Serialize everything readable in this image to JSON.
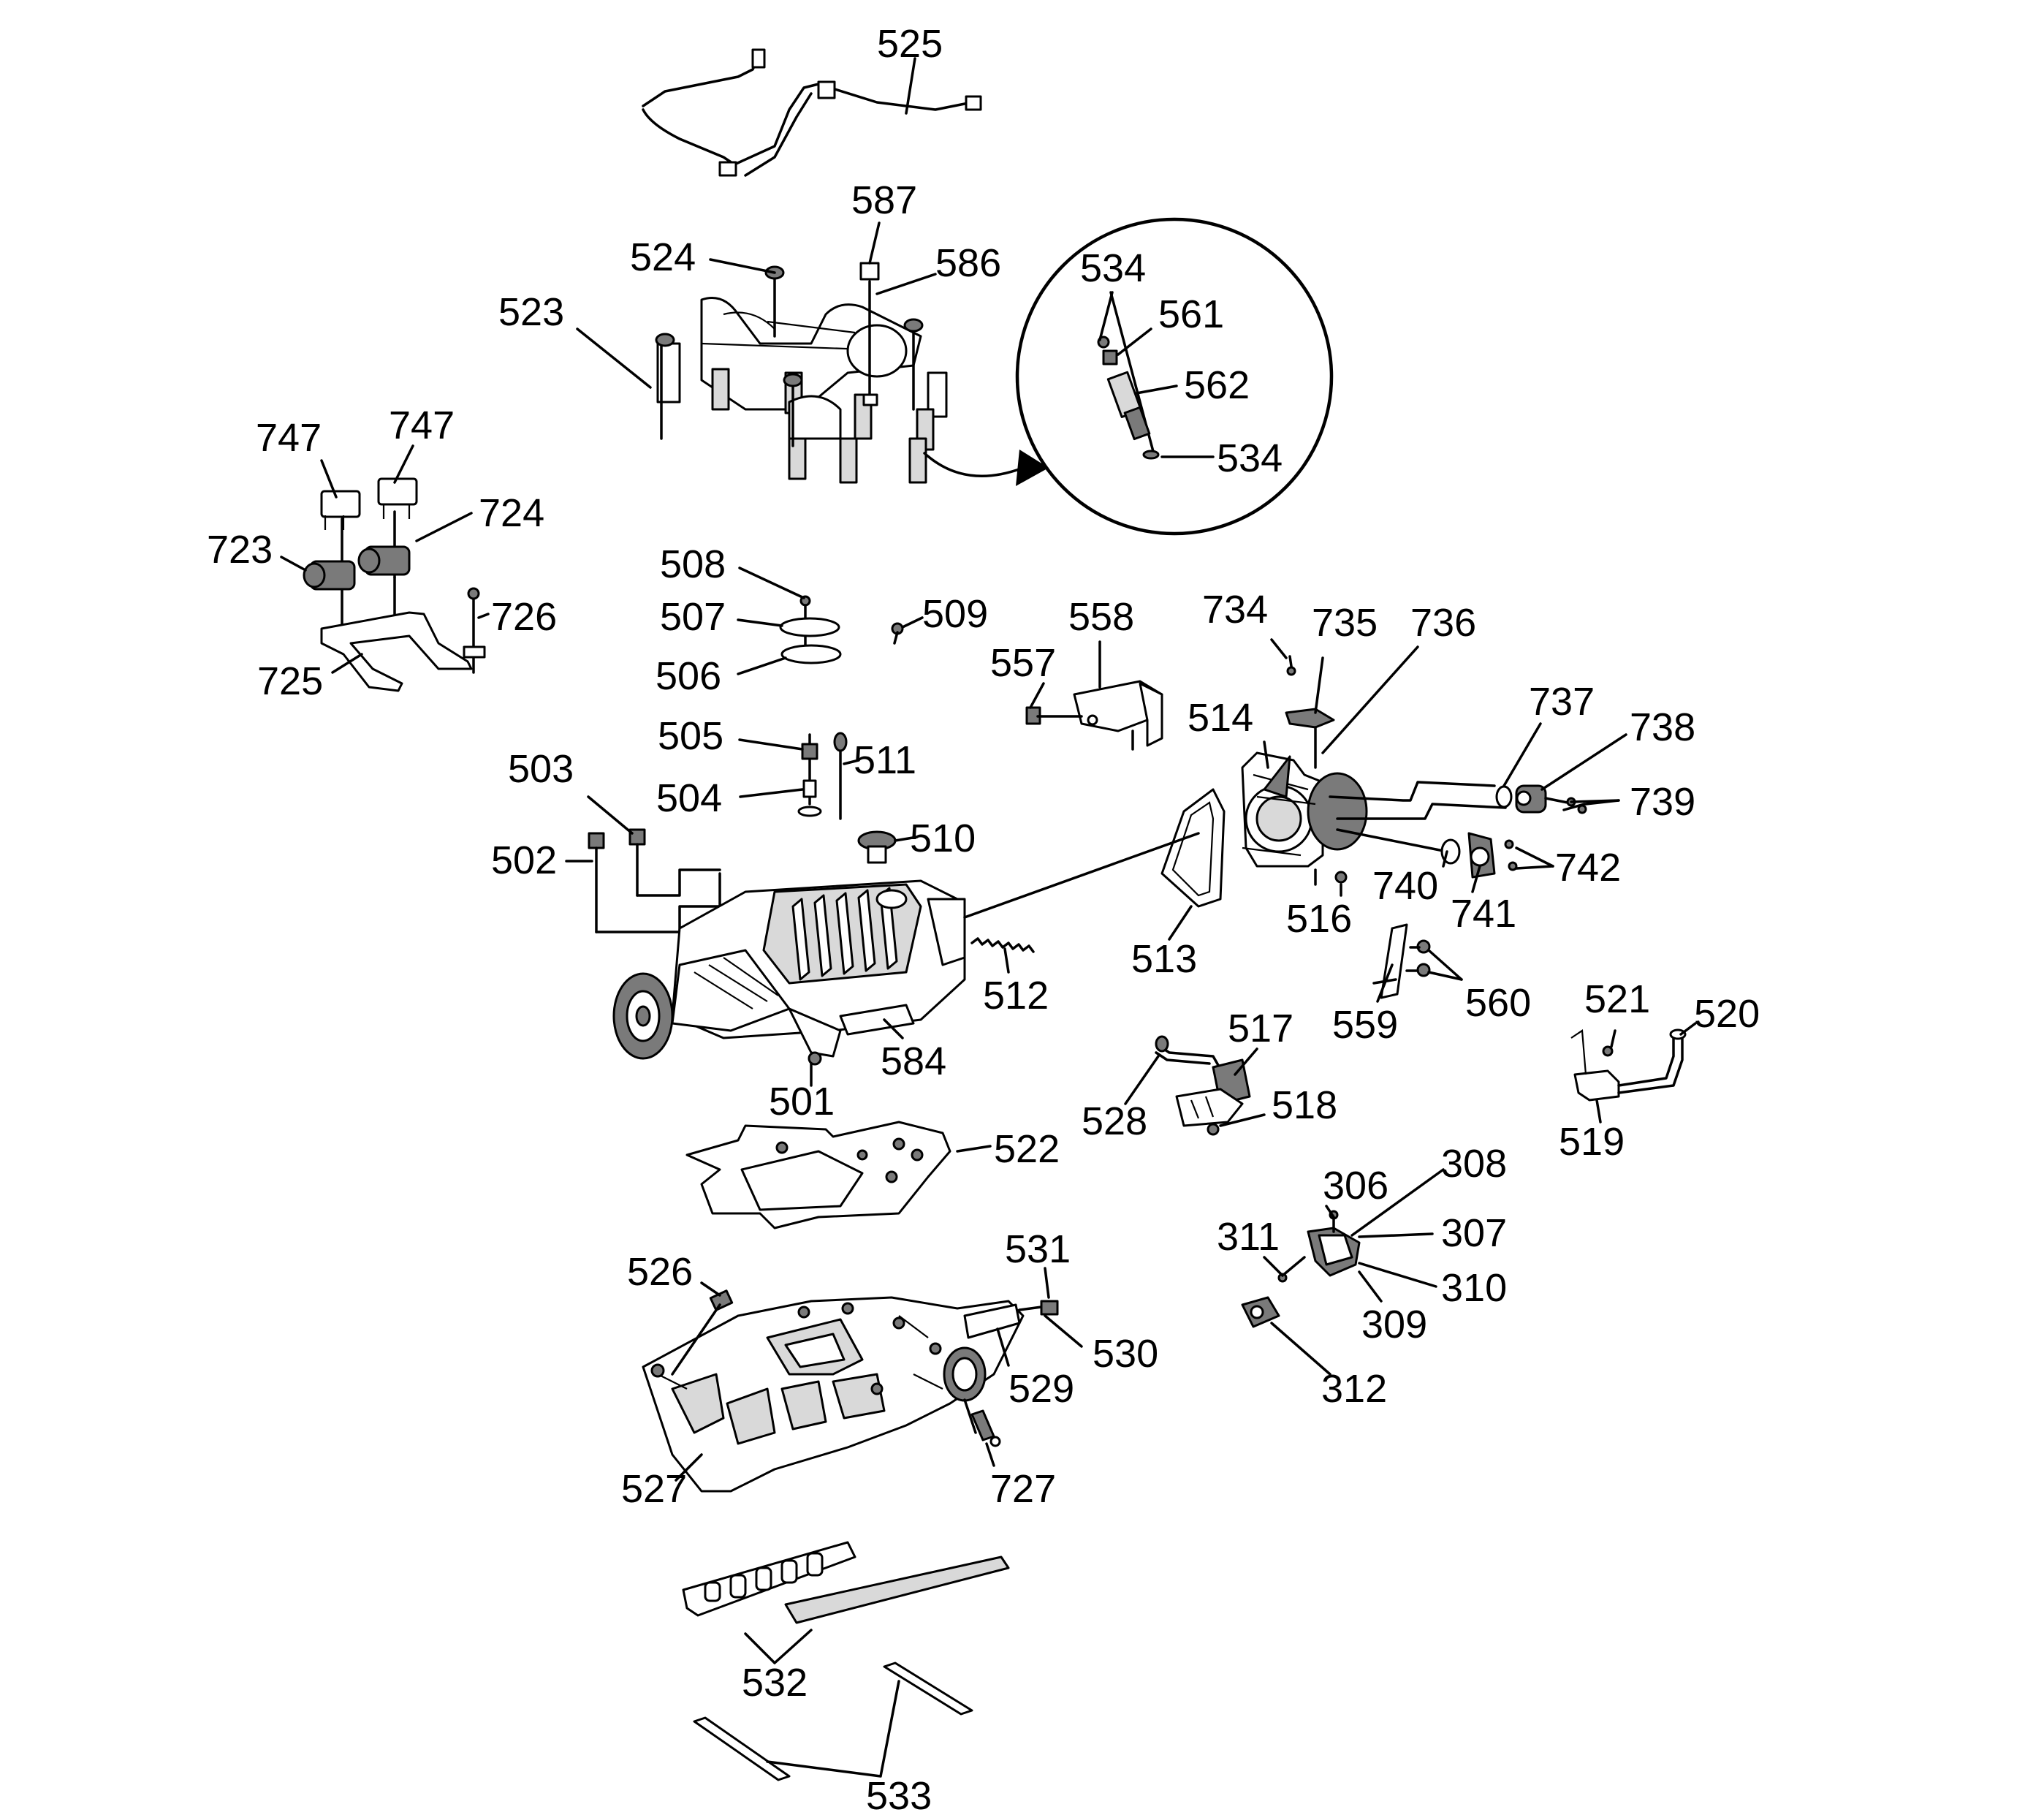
{
  "diagram": {
    "labels": {
      "l525": "525",
      "l587": "587",
      "l524": "524",
      "l586": "586",
      "l523": "523",
      "l534a": "534",
      "l561": "561",
      "l562": "562",
      "l534b": "534",
      "l747a": "747",
      "l747b": "747",
      "l724": "724",
      "l723": "723",
      "l726": "726",
      "l725": "725",
      "l508": "508",
      "l507": "507",
      "l509": "509",
      "l506": "506",
      "l558": "558",
      "l557": "557",
      "l734": "734",
      "l735": "735",
      "l736": "736",
      "l514": "514",
      "l737": "737",
      "l738": "738",
      "l739": "739",
      "l505": "505",
      "l511": "511",
      "l504": "504",
      "l503": "503",
      "l502": "502",
      "l510": "510",
      "l742": "742",
      "l740": "740",
      "l741": "741",
      "l516": "516",
      "l513": "513",
      "l512": "512",
      "l560": "560",
      "l559": "559",
      "l521": "521",
      "l520": "520",
      "l501": "501",
      "l584": "584",
      "l517": "517",
      "l518": "518",
      "l528": "528",
      "l519": "519",
      "l522": "522",
      "l308": "308",
      "l306": "306",
      "l307": "307",
      "l311": "311",
      "l310": "310",
      "l309": "309",
      "l531": "531",
      "l526": "526",
      "l530": "530",
      "l529": "529",
      "l312": "312",
      "l527": "527",
      "l727": "727",
      "l532": "532",
      "l533": "533"
    }
  }
}
